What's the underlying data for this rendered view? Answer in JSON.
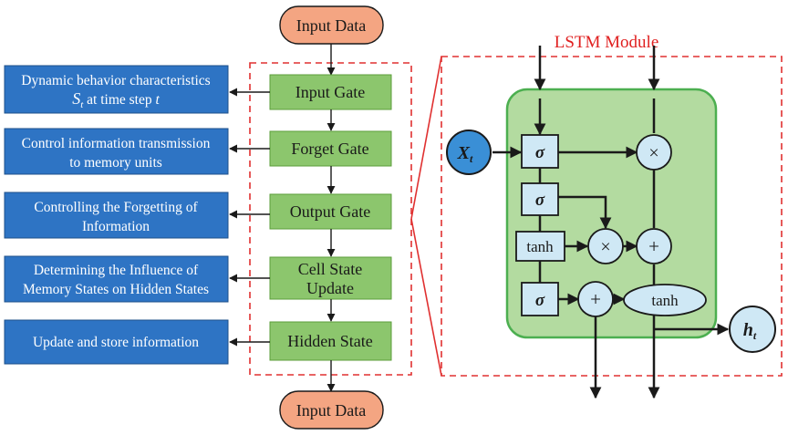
{
  "colors": {
    "terminal_fill": "#f4a582",
    "gate_fill": "#8cc66d",
    "desc_fill": "#2e74c4",
    "module_fill": "#b3dba0",
    "module_stroke": "#4caf50",
    "op_fill": "#cfe8f5",
    "io_fill": "#3a8fd6",
    "dash": "#e03030",
    "title_red": "#e02020"
  },
  "flow": {
    "input_top": "Input Data",
    "input_bottom": "Input Data",
    "gates": [
      "Input Gate",
      "Forget Gate",
      "Output Gate",
      "Cell State Update",
      "Hidden State"
    ]
  },
  "descriptions": {
    "d1_line1": "Dynamic behavior characteristics",
    "d1_var": "S",
    "d1_sub": "t",
    "d1_mid": " at time step ",
    "d1_t": "t",
    "d2_line1": "Control information transmission",
    "d2_line2": "to memory units",
    "d3_line1": "Controlling the Forgetting of",
    "d3_line2": "Information",
    "d4_line1": "Determining the Influence of",
    "d4_line2": "Memory States on Hidden States",
    "d5_line1": "Update and store information"
  },
  "lstm": {
    "title": "LSTM Module",
    "sigma": "σ",
    "tanh": "tanh",
    "times": "×",
    "plus": "+",
    "x_var": "X",
    "x_sub": "t",
    "h_var": "h",
    "h_sub": "t"
  }
}
